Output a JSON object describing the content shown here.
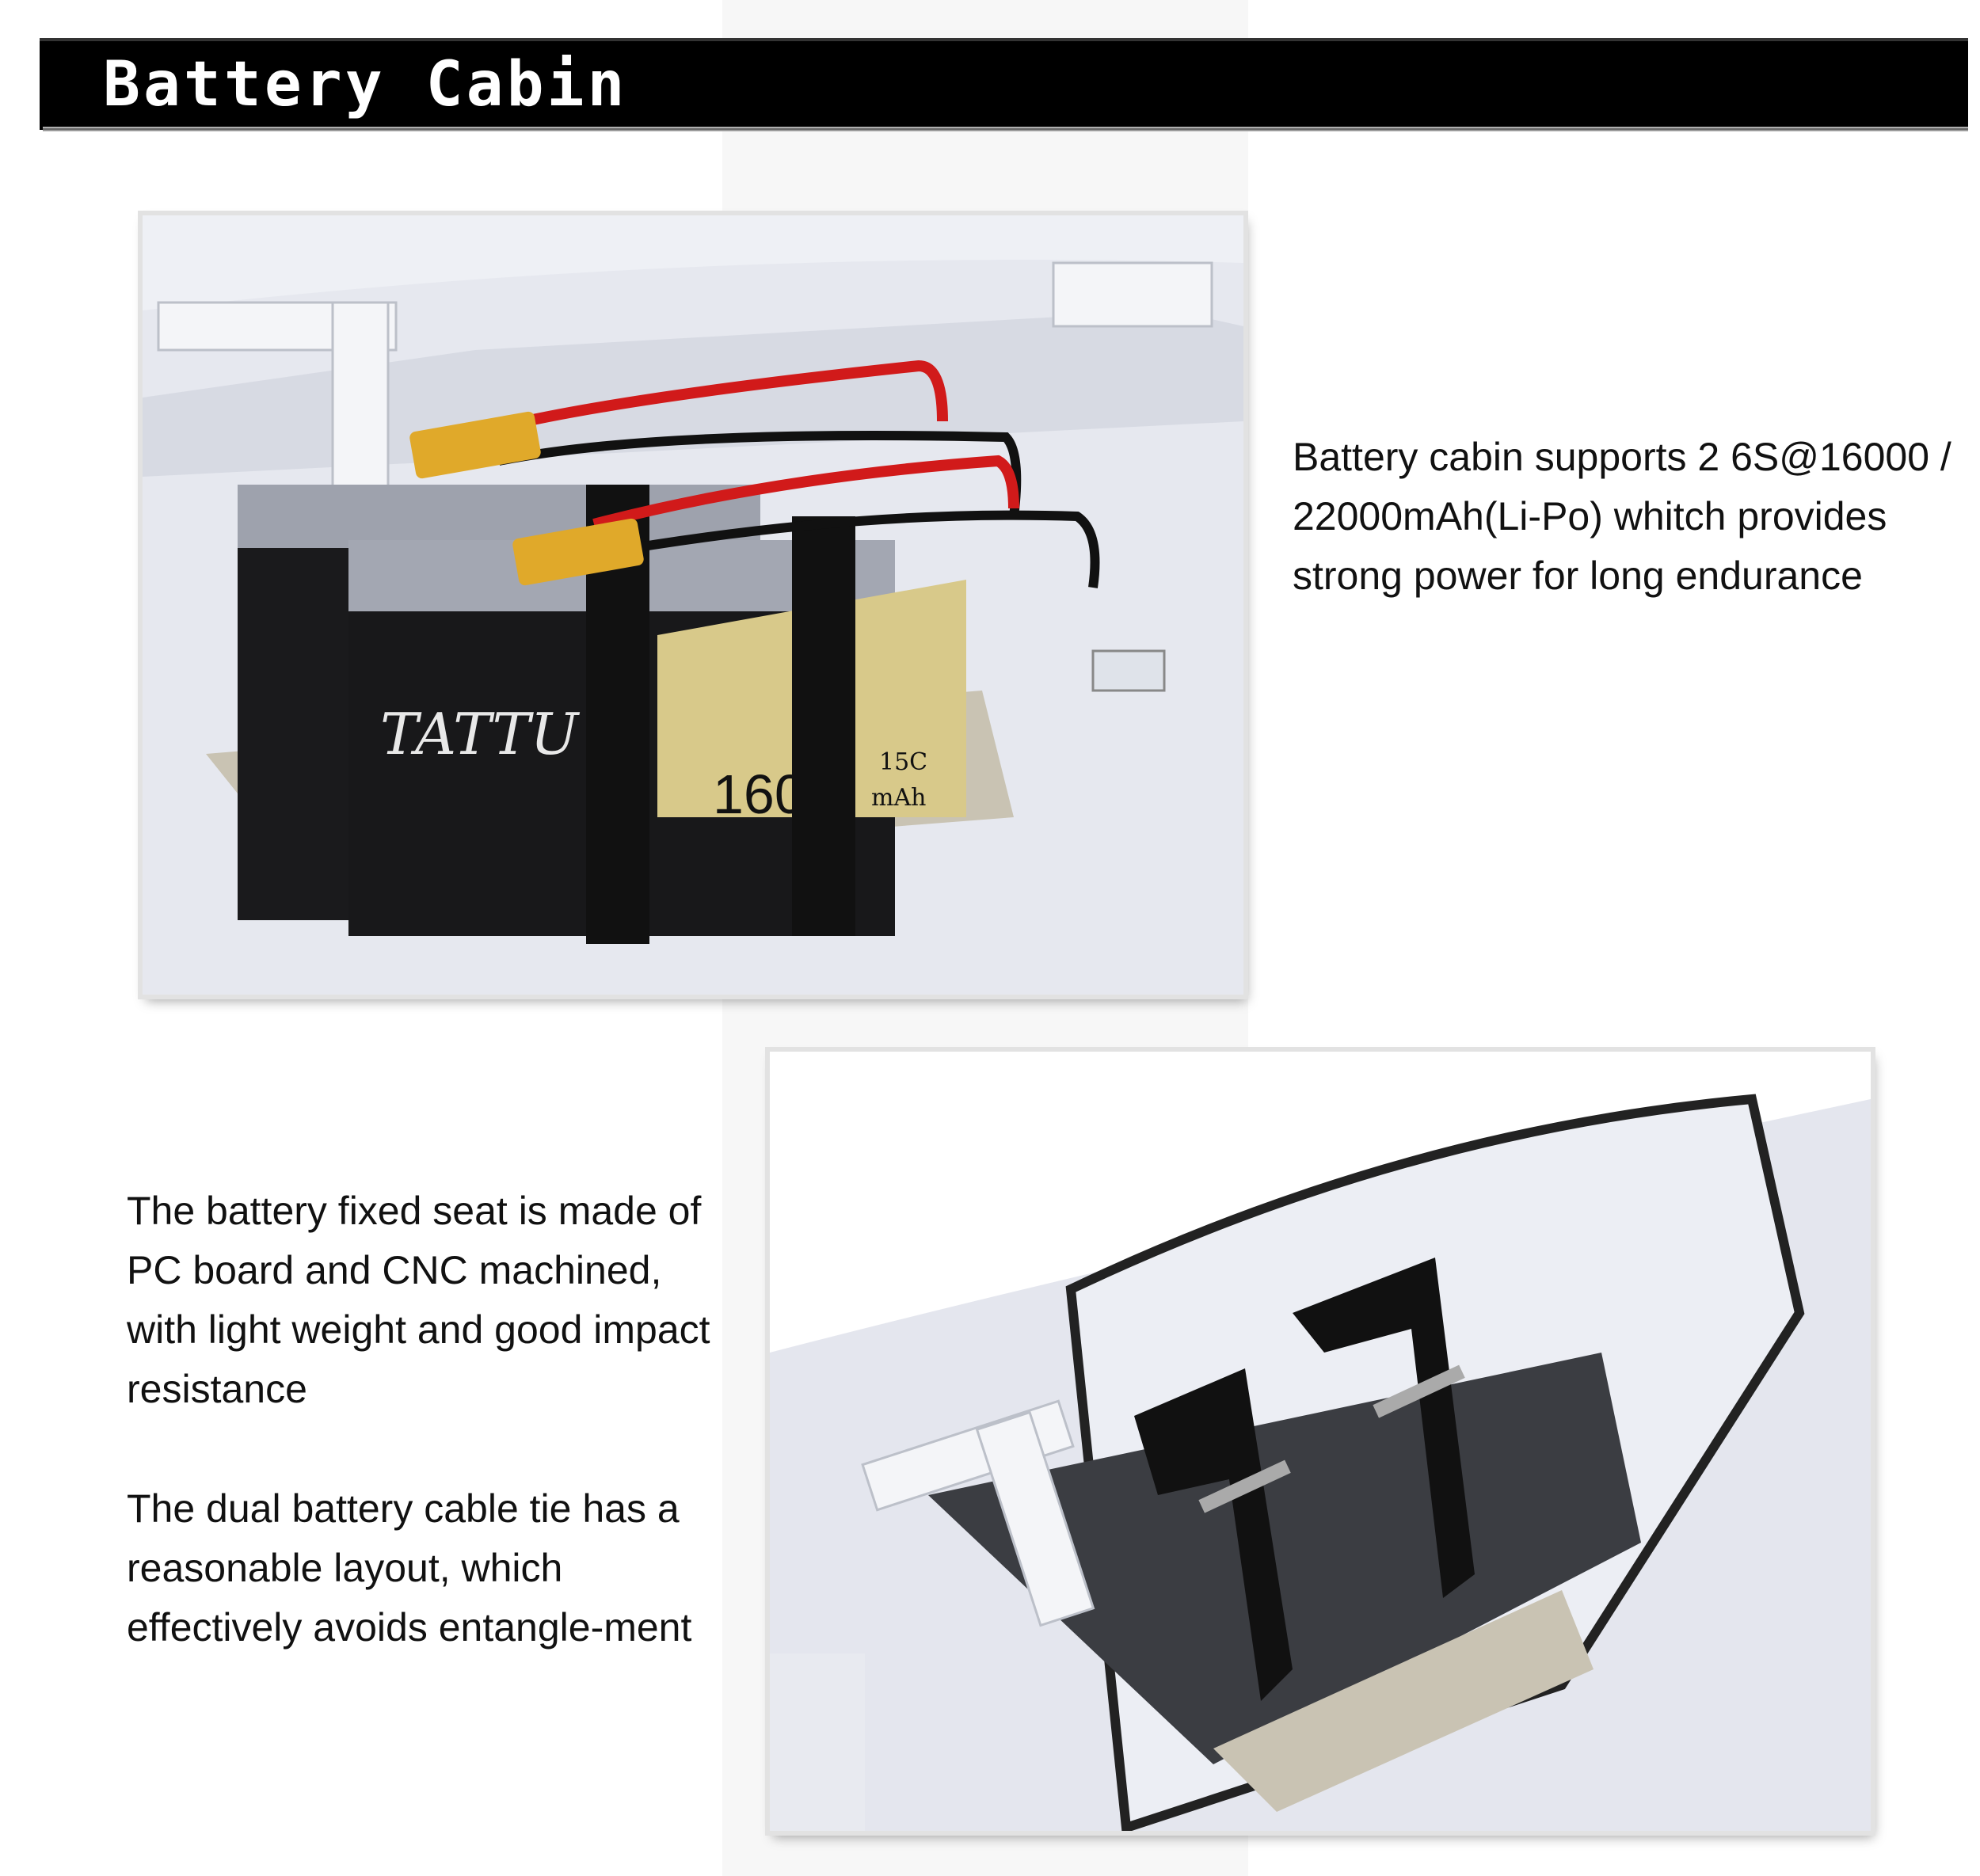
{
  "header": {
    "title": "Battery Cabin"
  },
  "sections": [
    {
      "text": "Battery cabin supports 2 6S@16000 / 22000mAh(Li-Po) whitch provides strong power for long endurance"
    },
    {
      "text": "The battery fixed seat is made of PC board and CNC machined, with light weight and good impact resistance"
    },
    {
      "text": "The dual battery cable tie has a reasonable layout, which effectively avoids entangle-ment"
    }
  ],
  "battery_label": {
    "brand": "TATTU",
    "capacity": "160",
    "rating": "15C",
    "unit": "mAh"
  },
  "colors": {
    "header_bg": "#000000",
    "cable_red": "#d11a1a",
    "connector_yellow": "#e0a92a",
    "label_gold": "#d8c98a"
  }
}
